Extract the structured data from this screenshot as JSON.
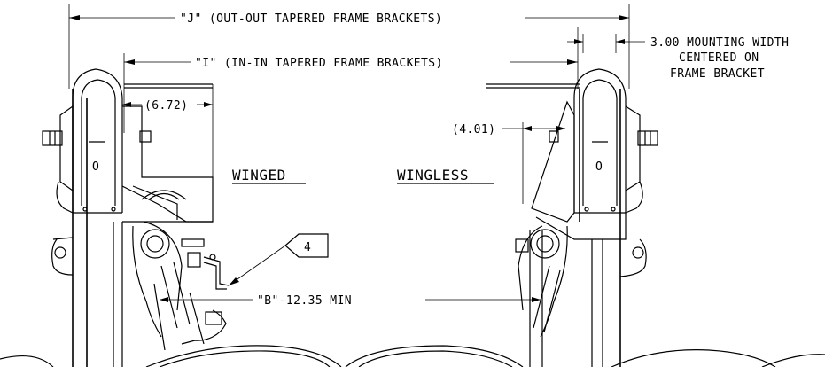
{
  "diagram": {
    "dim_j": "\"J\" (OUT-OUT TAPERED FRAME BRACKETS)",
    "dim_i": "\"I\" (IN-IN TAPERED FRAME BRACKETS)",
    "mounting_width_line1": "3.00 MOUNTING WIDTH",
    "mounting_width_line2": "CENTERED ON",
    "mounting_width_line3": "FRAME BRACKET",
    "dim_672": "(6.72)",
    "dim_401": "(4.01)",
    "winged_label": "WINGED",
    "wingless_label": "WINGLESS",
    "callout_number": "4",
    "dim_b": "\"B\"-12.35 MIN",
    "left_hanger_mark": "O",
    "right_hanger_mark": "O"
  }
}
